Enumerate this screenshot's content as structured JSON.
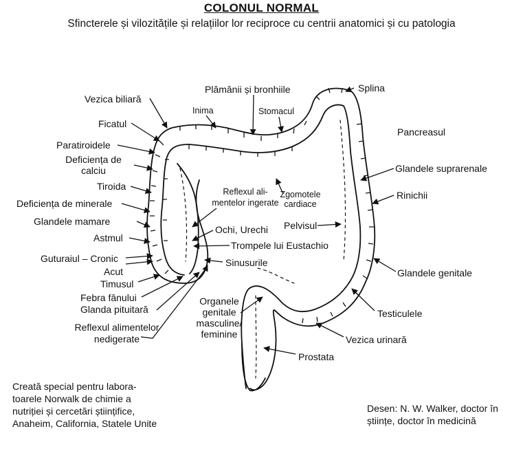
{
  "title": "COLONUL NORMAL",
  "subtitle": "Sfincterele și vilozitățile și relațiilor lor reciproce cu centrii anatomici și cu patologia",
  "labels": {
    "plamani": "Plămânii și bronhiile",
    "splina": "Splina",
    "vezica_biliara": "Vezica biliară",
    "inima": "Inima",
    "stomacul": "Stomacul",
    "ficatul": "Ficatul",
    "pancreasul": "Pancreasul",
    "paratiroidele": "Paratiroidele",
    "deficienta_calciu": "Deficiența de\ncalciu",
    "glandele_suprarenale": "Glandele suprarenale",
    "tiroida": "Tiroida",
    "reflexul_ingerate": "Reflexul ali-\nmentelor ingerate",
    "zgomotele": "Zgomotele\ncardiace",
    "rinichii": "Rinichii",
    "deficienta_minerale": "Deficiența de minerale",
    "glandele_mamare": "Glandele mamare",
    "ochi": "Ochi, Urechi",
    "pelvisul": "Pelvisul",
    "astmul": "Astmul",
    "trompele": "Trompele lui Eustachio",
    "guturaiul": "Guturaiul – Cronic",
    "acut": "Acut",
    "sinusurile": "Sinusurile",
    "glandele_genitale": "Glandele genitale",
    "timusul": "Timusul",
    "febra": "Febra fânului",
    "glanda_pituitara": "Glanda pituitară",
    "organele": "Organele\ngenitale\nmasculine/\nfeminine",
    "testiculele": "Testiculele",
    "reflexul_nedigerate": "Reflexul alimentelor\nnedigerate",
    "vezica_urinara": "Vezica urinară",
    "prostata": "Prostata"
  },
  "footer": {
    "left": "Creată special pentru labora-\ntoarele Norwalk de chimie a\nnutriției și cercetări științifice,\nAnaheim, California, Statele Unite",
    "right": "Desen: N. W. Walker, doctor în\nștiințe, doctor în medicină"
  },
  "colors": {
    "ink": "#111111",
    "background": "#ffffff"
  }
}
